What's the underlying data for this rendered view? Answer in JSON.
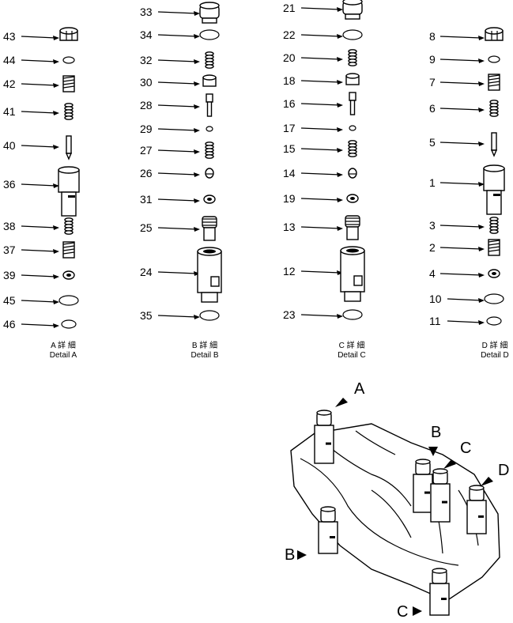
{
  "columns": [
    {
      "id": "A",
      "caption_jp": "A 詳 細",
      "caption_en": "Detail A",
      "labels": [
        "43",
        "44",
        "42",
        "41",
        "40",
        "36",
        "38",
        "37",
        "39",
        "45",
        "46"
      ]
    },
    {
      "id": "B",
      "caption_jp": "B 詳 細",
      "caption_en": "Detail B",
      "labels": [
        "33",
        "34",
        "32",
        "30",
        "28",
        "29",
        "27",
        "26",
        "31",
        "25",
        "24",
        "35"
      ]
    },
    {
      "id": "C",
      "caption_jp": "C 詳 細",
      "caption_en": "Detail C",
      "labels": [
        "21",
        "22",
        "20",
        "18",
        "16",
        "17",
        "15",
        "14",
        "19",
        "13",
        "12",
        "23"
      ]
    },
    {
      "id": "D",
      "caption_jp": "D 詳 細",
      "caption_en": "Detail D",
      "labels": [
        "8",
        "9",
        "7",
        "6",
        "5",
        "1",
        "3",
        "2",
        "4",
        "10",
        "11"
      ]
    }
  ],
  "assembly_callouts": [
    "A",
    "B",
    "C",
    "D",
    "B",
    "C"
  ]
}
